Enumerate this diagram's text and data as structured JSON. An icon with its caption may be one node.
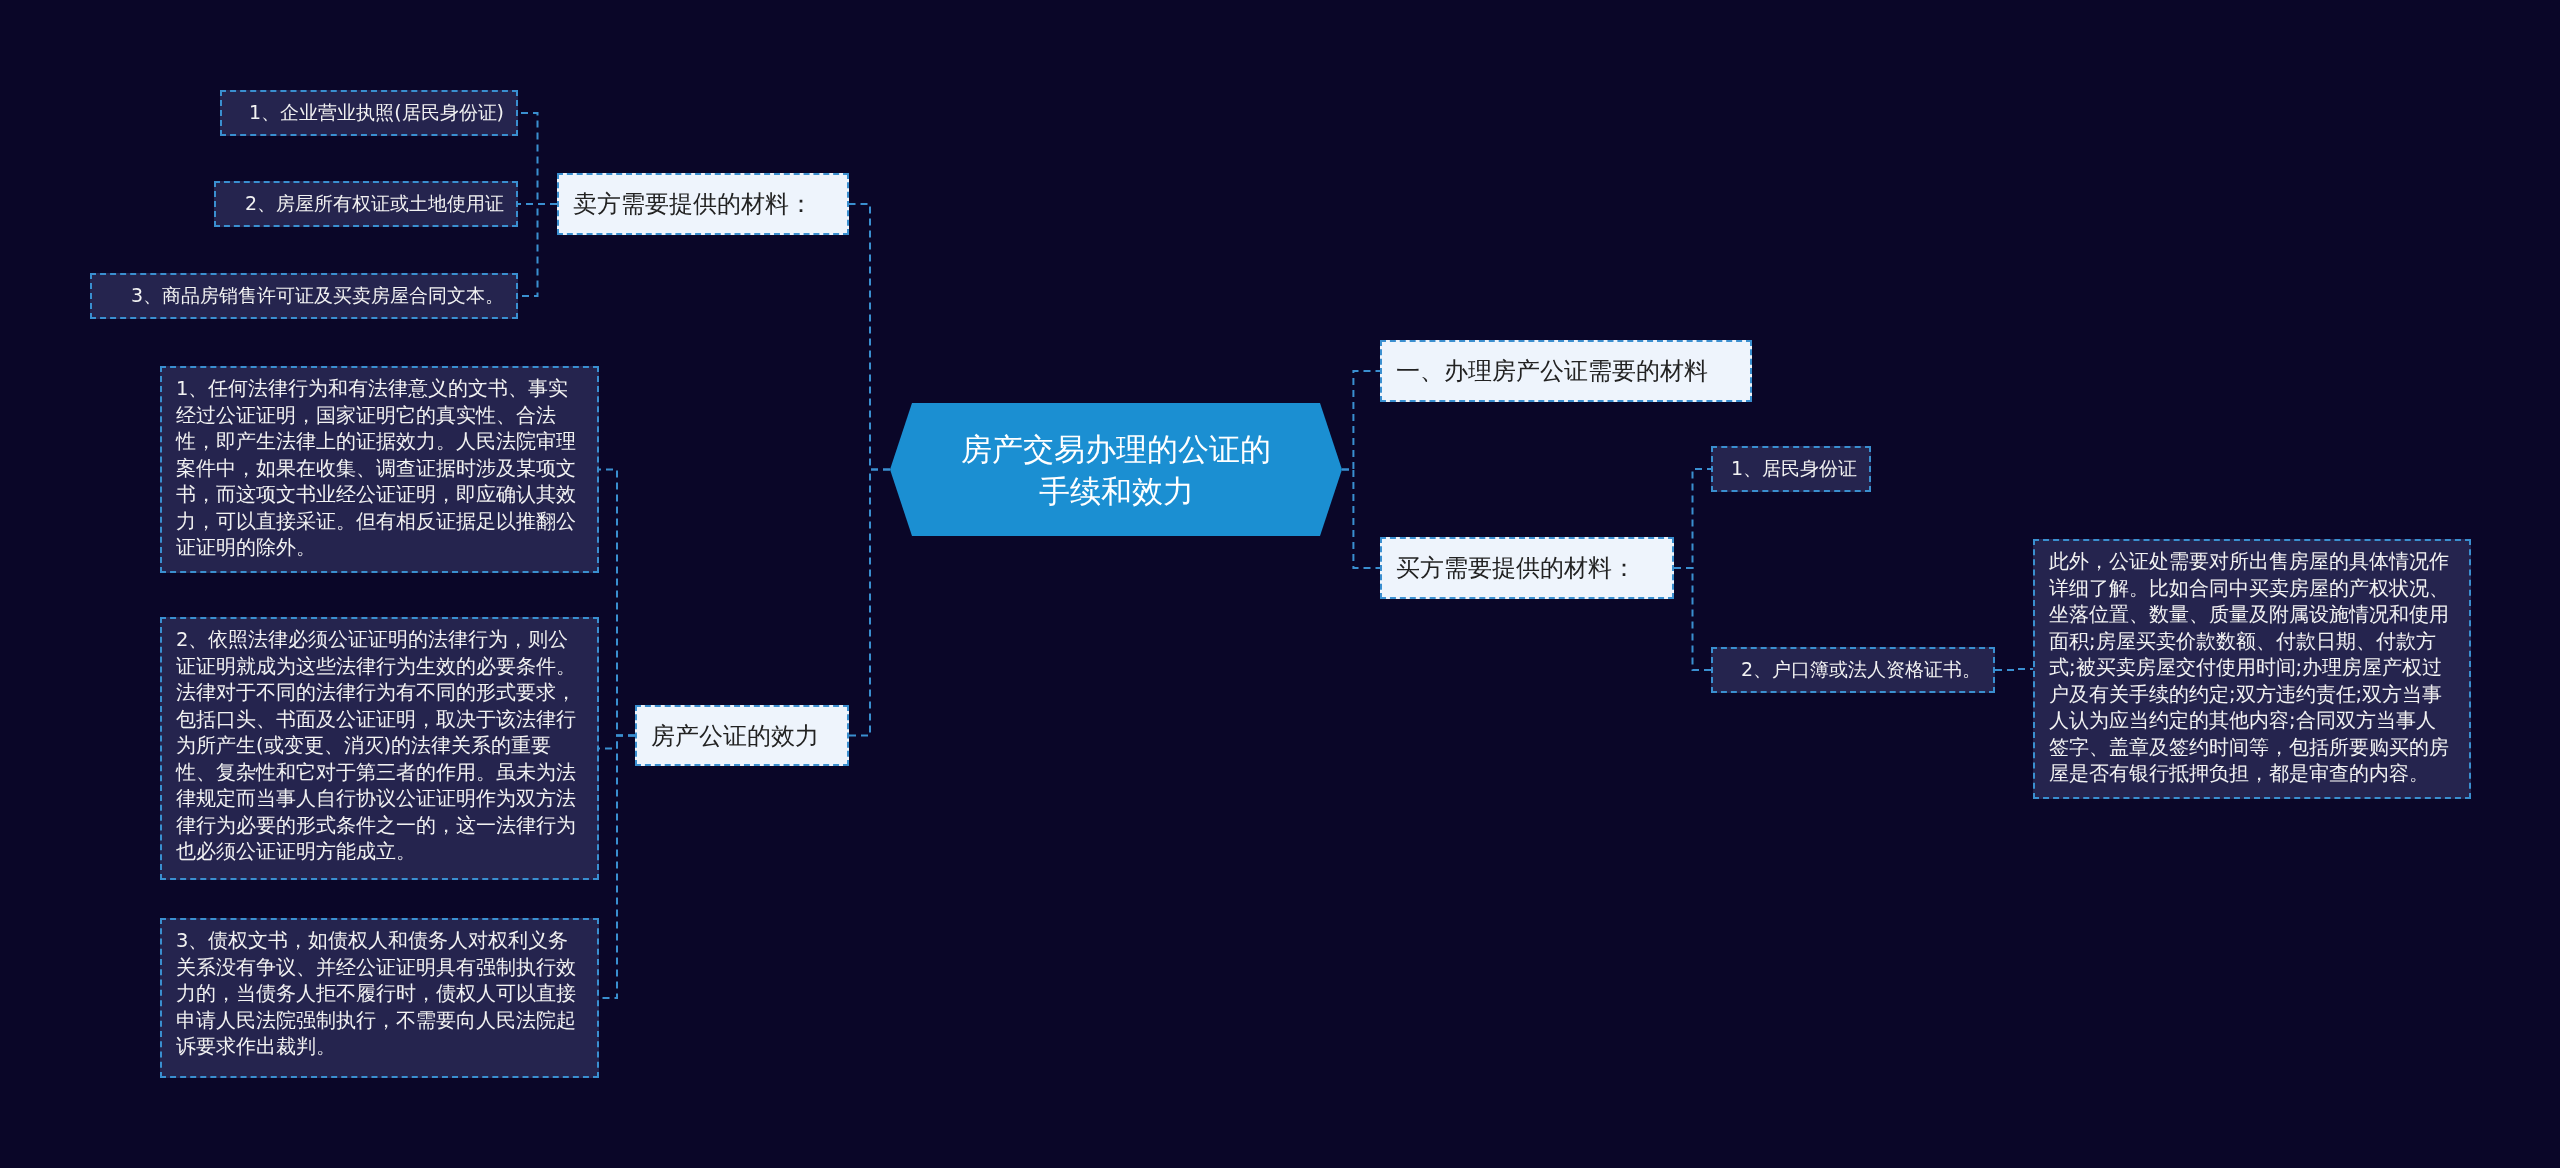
{
  "diagram": {
    "nodes": [
      {
        "text": [
          "房产交易办理的公证的手续和效力"
        ]
      },
      {
        "text": [
          "一、办理房产公证需要的材料"
        ]
      },
      {
        "text": [
          "买方需要提供的材料："
        ]
      },
      {
        "text": [
          "1、居民身份证"
        ]
      },
      {
        "text": [
          "2、户口簿或法人资格证书。"
        ]
      },
      {
        "text": [
          "此外，公证处需要对所出售房屋的具体情况作详细了解。比如合同中买卖房屋的产权状况、坐落位置、数量、质量及附属设施情况和使用面积;房屋买卖价款数额、付款日期、付款方式;被买卖房屋交付使用时间;办理房屋产权过户及有关手续的约定;双方违约责任;双方当事人认为应当约定的其他内容;合同双方当事人签字、盖章及签约时间等，包括所要购买的房屋是否有银行抵押负担，都是审查的内容。"
        ]
      },
      {
        "text": [
          "卖方需要提供的材料："
        ]
      },
      {
        "text": [
          "1、企业营业执照(居民身份证)"
        ]
      },
      {
        "text": [
          "2、房屋所有权证或土地使用证"
        ]
      },
      {
        "text": [
          "3、商品房销售许可证及买卖房屋合同文本。"
        ]
      },
      {
        "text": [
          "房产公证的效力"
        ]
      },
      {
        "text": [
          "1、任何法律行为和有法律意义的文书、事实经过公证证明，国家证明它的真实性、合法性，即产生法律上的证据效力。人民法院审理案件中，如果在收集、调查证据时涉及某项文书，而这项文书业经公证证明，即应确认其效力，可以直接采证。但有相反证据足以推翻公证证明的除外。"
        ]
      },
      {
        "text": [
          "2、依照法律必须公证证明的法律行为，则公证证明就成为这些法律行为生效的必要条件。法律对于不同的法律行为有不同的形式要求，包括口头、书面及公证证明，取决于该法律行为所产生(或变更、消灭)的法律关系的重要性、复杂性和它对于第三者的作用。虽未为法律规定而当事人自行协议公证证明作为双方法律行为必要的形式条件之一的，这一法律行为也必须公证证明方能成立。"
        ]
      },
      {
        "text": [
          "3、债权文书，如债权人和债务人对权利义务关系没有争议、并经公证证明具有强制执行效力的，当债务人拒不履行时，债权人可以直接申请人民法院强制执行，不需要向人民法院起诉要求作出裁判。"
        ]
      }
    ],
    "edges": [
      {
        "from": 0,
        "to": 1,
        "arrow": "none"
      },
      {
        "from": 0,
        "to": 2,
        "arrow": "none"
      },
      {
        "from": 2,
        "to": 3,
        "arrow": "none"
      },
      {
        "from": 2,
        "to": 4,
        "arrow": "none"
      },
      {
        "from": 4,
        "to": 5,
        "arrow": "none"
      },
      {
        "from": 0,
        "to": 6,
        "arrow": "none"
      },
      {
        "from": 6,
        "to": 7,
        "arrow": "none"
      },
      {
        "from": 6,
        "to": 8,
        "arrow": "none"
      },
      {
        "from": 6,
        "to": 9,
        "arrow": "none"
      },
      {
        "from": 0,
        "to": 10,
        "arrow": "none"
      },
      {
        "from": 10,
        "to": 11,
        "arrow": "none"
      },
      {
        "from": 10,
        "to": 12,
        "arrow": "none"
      },
      {
        "from": 10,
        "to": 13,
        "arrow": "none"
      }
    ]
  }
}
